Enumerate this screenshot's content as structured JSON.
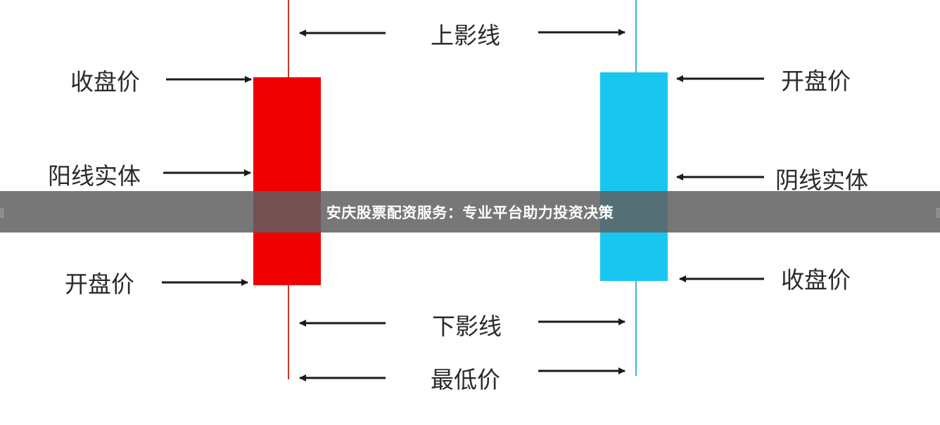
{
  "banner": {
    "title": "安庆股票配资服务：专业平台助力投资决策"
  },
  "diagram": {
    "bullish": {
      "close_label": "收盘价",
      "body_label": "阳线实体",
      "open_label": "开盘价",
      "color": "#f00000"
    },
    "bearish": {
      "open_label": "开盘价",
      "body_label": "阴线实体",
      "close_label": "收盘价",
      "color": "#19c6f0"
    },
    "center": {
      "upper_shadow_label": "上影线",
      "lower_shadow_label": "下影线",
      "lowest_price_label": "最低价"
    },
    "colors": {
      "red_wick": "#c0392b",
      "blue_wick": "#3fb7dd",
      "arrow": "#1a1a1a"
    }
  }
}
